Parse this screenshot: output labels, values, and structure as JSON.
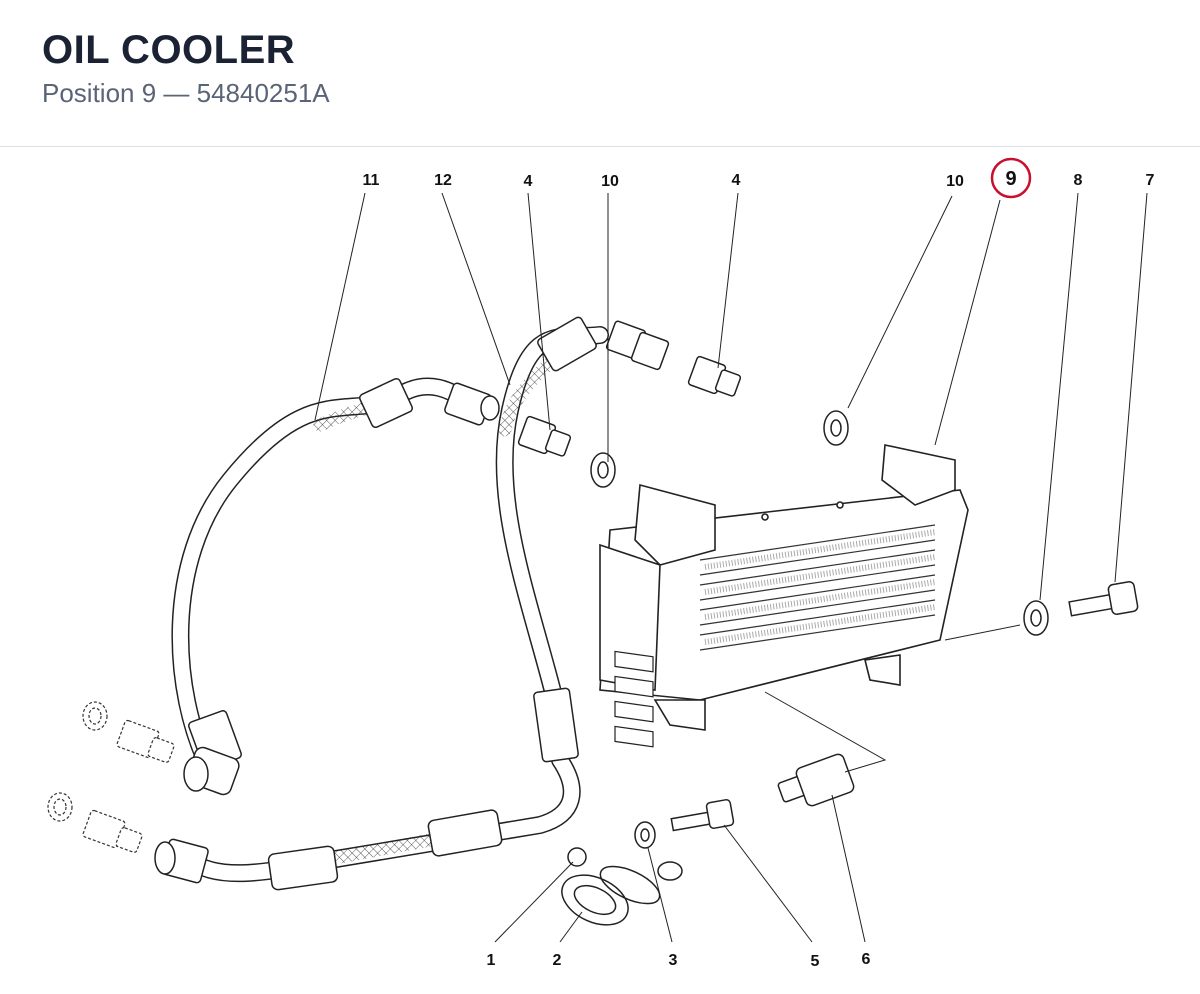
{
  "header": {
    "title": "OIL COOLER",
    "subtitle": "Position 9 — 54840251A"
  },
  "highlight_color": "#c8102e",
  "callouts": [
    {
      "id": "11",
      "label": "11"
    },
    {
      "id": "12",
      "label": "12"
    },
    {
      "id": "4a",
      "label": "4"
    },
    {
      "id": "10a",
      "label": "10"
    },
    {
      "id": "4b",
      "label": "4"
    },
    {
      "id": "10b",
      "label": "10"
    },
    {
      "id": "9",
      "label": "9",
      "highlighted": true
    },
    {
      "id": "8",
      "label": "8"
    },
    {
      "id": "7",
      "label": "7"
    },
    {
      "id": "1",
      "label": "1"
    },
    {
      "id": "2",
      "label": "2"
    },
    {
      "id": "3",
      "label": "3"
    },
    {
      "id": "5",
      "label": "5"
    },
    {
      "id": "6",
      "label": "6"
    }
  ]
}
